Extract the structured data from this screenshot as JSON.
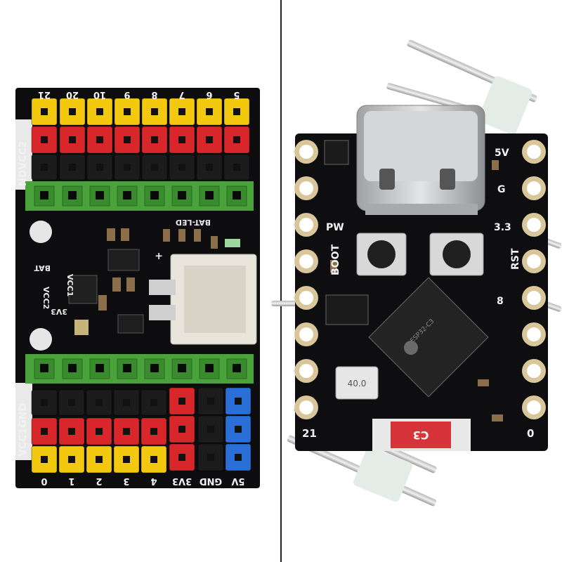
{
  "left_board": {
    "top_pin_labels": [
      "21",
      "20",
      "10",
      "9",
      "8",
      "7",
      "6",
      "5"
    ],
    "left_labels": [
      "NDVCC2",
      "VCC1GND"
    ],
    "silk": [
      "BAT-LED",
      "BAT",
      "VCC2",
      "VCC1",
      "3V3"
    ],
    "bottom_pin_labels": [
      "0",
      "1",
      "2",
      "3",
      "4"
    ],
    "power_labels": [
      "3V3",
      "GND",
      "5V"
    ]
  },
  "right_board": {
    "right_labels": [
      "5V",
      "G",
      "3.3",
      "RST",
      "8"
    ],
    "left_labels": [
      "PW",
      "BOOT"
    ],
    "crystal_text": "40.0",
    "corner_left": "21",
    "corner_right": "0",
    "module_label": "C3"
  },
  "colors": {
    "pcb": "#0d0d0f",
    "yellow_header": "#f2c90f",
    "red_header": "#d8262b",
    "black_header": "#1c1c1c",
    "green_terminal": "#4aa33a",
    "blue_header": "#2a6fd6",
    "usb_metal": "#c9cacb"
  }
}
